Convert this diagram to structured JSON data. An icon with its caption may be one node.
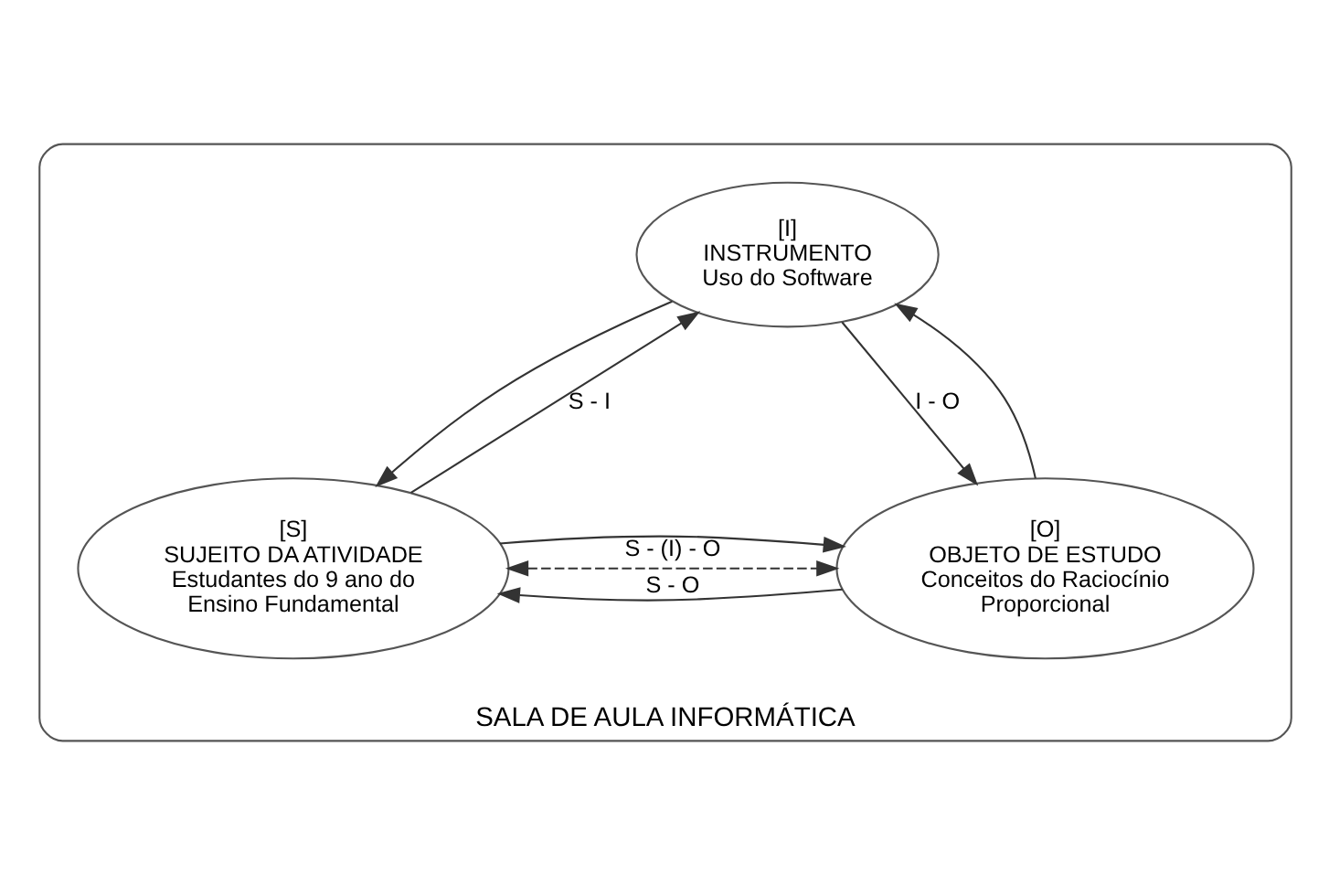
{
  "diagram": {
    "nodes": [
      {
        "text": [
          "SALA DE AULA INFORMÁTICA"
        ]
      },
      {
        "text": [
          "[I]",
          "INSTRUMENTO",
          "Uso do Software"
        ],
        "in": 0
      },
      {
        "text": [
          "[S]",
          "SUJEITO DA ATIVIDADE",
          "Estudantes do 9 ano do Ensino Fundamental"
        ],
        "in": 0
      },
      {
        "text": [
          "[O]",
          "OBJETO DE ESTUDO",
          "Conceitos do Raciocínio Proporcional"
        ],
        "in": 0
      }
    ],
    "edges": [
      {
        "from": 2,
        "to": 1,
        "arrow": "to",
        "label": "S - I"
      },
      {
        "from": 1,
        "to": 2,
        "arrow": "to"
      },
      {
        "from": 1,
        "to": 3,
        "arrow": "to",
        "label": "I - O"
      },
      {
        "from": 3,
        "to": 1,
        "arrow": "to"
      },
      {
        "from": 2,
        "to": 3,
        "arrow": "to"
      },
      {
        "from": 3,
        "to": 2,
        "arrow": "to",
        "label": "S - O"
      },
      {
        "from": 2,
        "to": 3,
        "arrow": "both",
        "style": "dashed",
        "label": "S - (I) - O"
      }
    ]
  }
}
